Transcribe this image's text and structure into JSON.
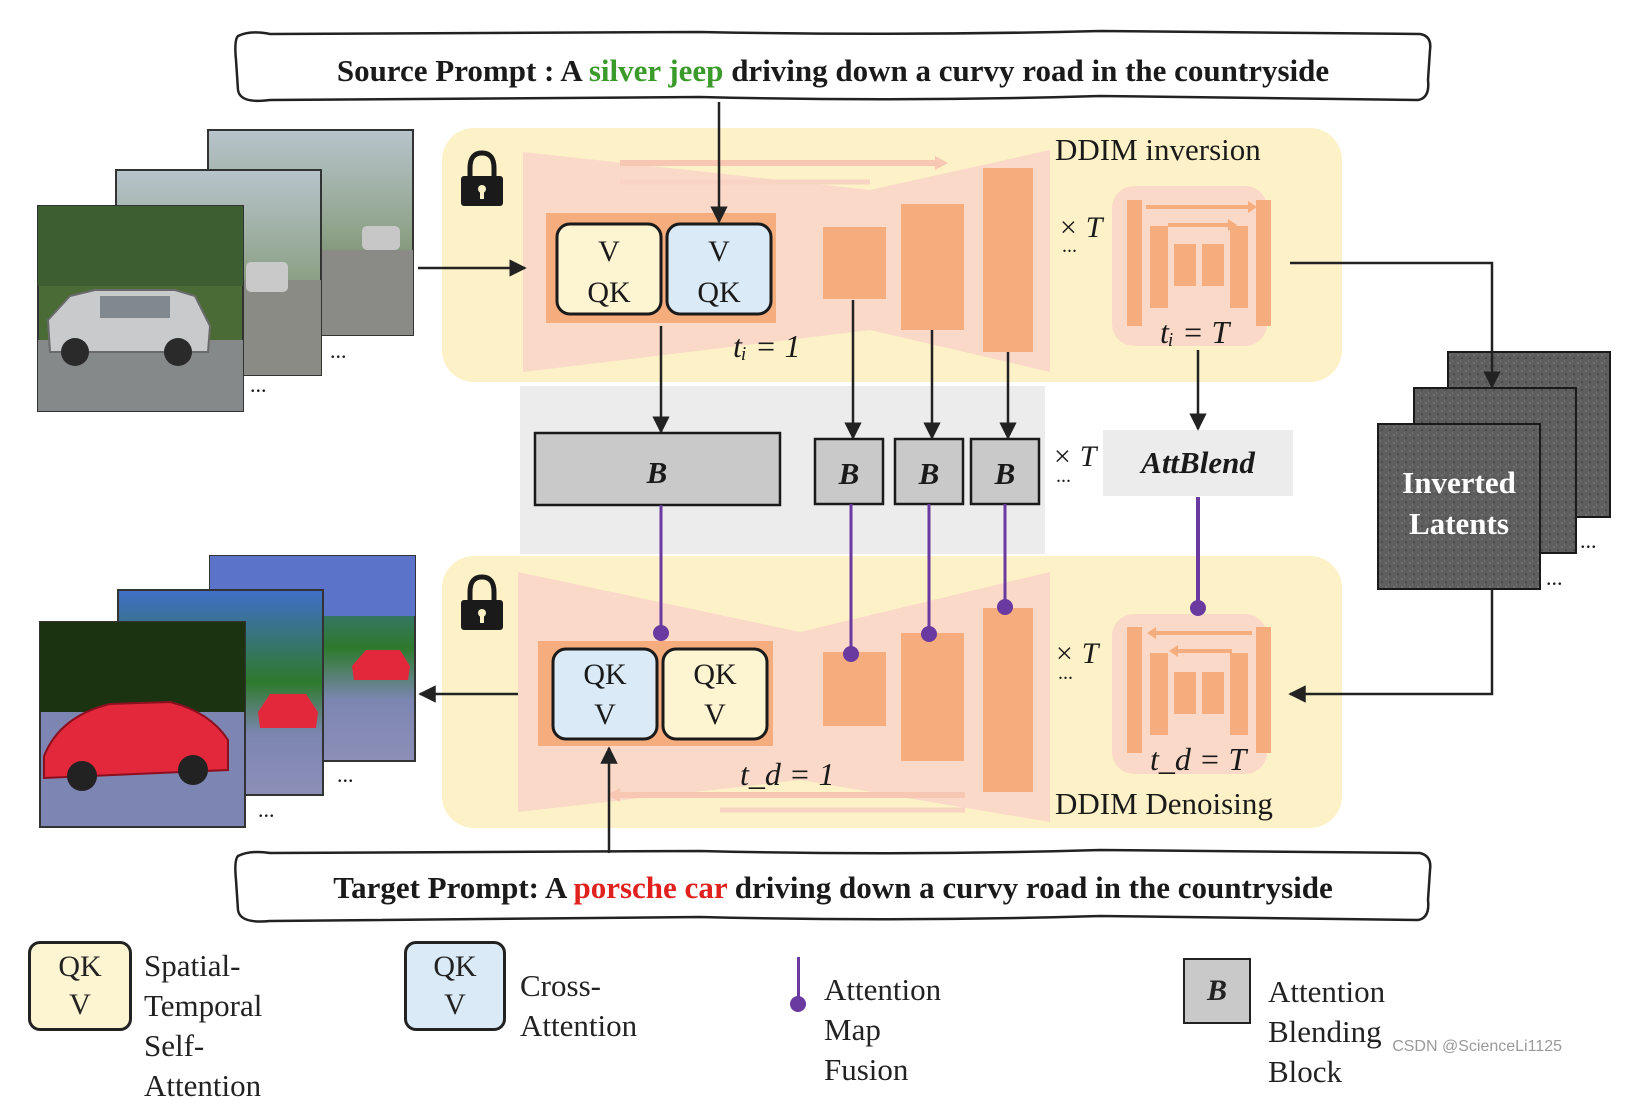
{
  "source_prompt": {
    "prefix": "Source Prompt : A ",
    "highlight": "silver jeep",
    "suffix": " driving down a curvy road in the countryside",
    "highlight_color": "#3a9a2a"
  },
  "target_prompt": {
    "prefix": "Target Prompt: A ",
    "highlight": "porsche car",
    "suffix": " driving down a curvy road in the countryside",
    "highlight_color": "#e0211d"
  },
  "top_panel": {
    "title": "DDIM inversion",
    "attn_source_left": {
      "line1": "V",
      "line2": "QK"
    },
    "attn_source_right": {
      "line1": "V",
      "line2": "QK"
    },
    "timestep_start": "tᵢ = 1",
    "loop_label": "× T",
    "loop_dots": "...",
    "loop_timestep": "tᵢ = T"
  },
  "middle": {
    "blend_block_label": "B",
    "blend_small_labels": [
      "B",
      "B",
      "B"
    ],
    "loop_label": "× T",
    "loop_dots": "...",
    "attblend_label": "AttBlend"
  },
  "bottom_panel": {
    "title": "DDIM Denoising",
    "attn_target_left": {
      "line1": "QK",
      "line2": "V"
    },
    "attn_target_right": {
      "line1": "QK",
      "line2": "V"
    },
    "timestep_start": "t_d = 1",
    "loop_label": "× T",
    "loop_dots": "...",
    "loop_timestep": "t_d = T"
  },
  "inverted_latents": {
    "line1": "Inverted",
    "line2": "Latents"
  },
  "frame_dots": "...",
  "legend": {
    "self_attention": {
      "box_line1": "QK",
      "box_line2": "V",
      "label_line1": "Spatial-Temporal",
      "label_line2": "Self-Attention"
    },
    "cross_attention": {
      "box_line1": "QK",
      "box_line2": "V",
      "label": "Cross-Attention"
    },
    "fusion": {
      "label": "Attention Map Fusion"
    },
    "blending": {
      "box_label": "B",
      "label": "Attention Blending Block"
    }
  },
  "watermark": "CSDN @ScienceLi1125",
  "colors": {
    "panel_yellow": "#fdf1c7",
    "unet_salmon": "#fad9c8",
    "block_orange": "#f5ad7d",
    "self_attn_fill": "#fdf4d2",
    "cross_attn_fill": "#daeaf6",
    "blend_gray": "#c9c9c9",
    "mid_band_gray": "#ececec",
    "fusion_purple": "#6a3aa0",
    "latents_dark": "#5c5c5c"
  },
  "icons": [
    "lock-icon",
    "lock-icon",
    "video-frames-source",
    "video-frames-target",
    "inverted-latents-stack"
  ]
}
